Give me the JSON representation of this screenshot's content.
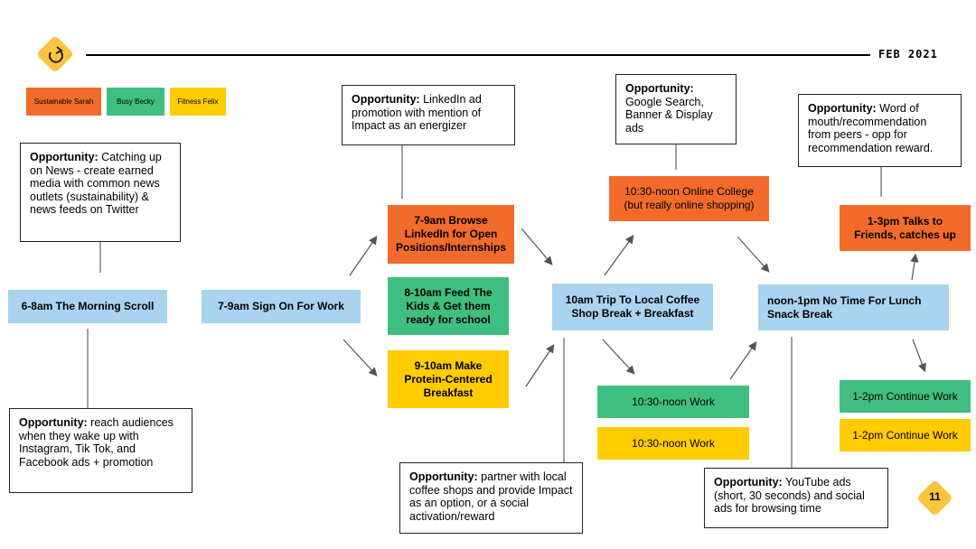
{
  "header": {
    "date": "FEB 2021",
    "logo_icon": "refresh-arrow-icon",
    "page_number": "11"
  },
  "legend": [
    {
      "label": "Sustainable Sarah",
      "color": "#f26b2b"
    },
    {
      "label": "Busy Becky",
      "color": "#3fbf7f"
    },
    {
      "label": "Fitness Felix",
      "color": "#ffcc00"
    }
  ],
  "steps": {
    "morning_scroll": "6-8am The Morning Scroll",
    "sign_on": "7-9am Sign On For Work",
    "browse_linkedin": "7-9am Browse LinkedIn for Open Positions/Internships",
    "feed_kids": "8-10am Feed The Kids & Get them ready for school",
    "protein_breakfast": "9-10am Make Protein-Centered Breakfast",
    "coffee_trip": "10am Trip To Local Coffee Shop Break + Breakfast",
    "online_college": "10:30-noon Online College (but really online shopping)",
    "work_green": "10:30-noon Work",
    "work_yellow": "10:30-noon Work",
    "no_lunch": "noon-1pm No Time For Lunch Snack Break",
    "talks_friends": "1-3pm Talks to Friends, catches up",
    "continue_green": "1-2pm Continue Work",
    "continue_yellow": "1-2pm Continue Work"
  },
  "opportunities": {
    "label": "Opportunity:",
    "news": "Catching up on News - create earned media with common news outlets (sustainability) & news feeds on Twitter",
    "social": "reach audiences when they wake up with Instagram, Tik Tok, and Facebook ads + promotion",
    "linkedin": "LinkedIn ad promotion with mention of Impact as an energizer",
    "google": "Google Search, Banner & Display ads",
    "coffee": "partner with local coffee shops and provide Impact as an option, or a social activation/reward",
    "youtube": "YouTube ads (short, 30 seconds) and social ads for browsing time",
    "word_of_mouth": "Word of mouth/recommendation from peers - opp for recommendation reward."
  }
}
